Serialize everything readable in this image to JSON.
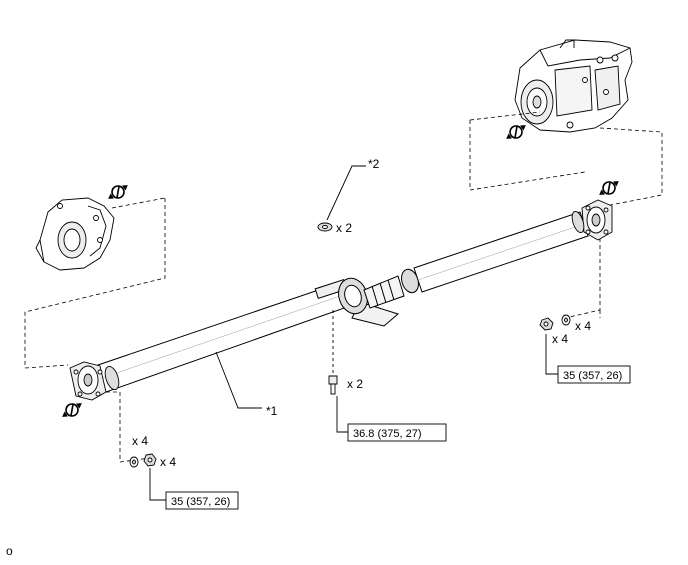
{
  "callouts": {
    "shaft": "*1",
    "washer": "*2"
  },
  "quantities": {
    "washer": "x 2",
    "bolt": "x 2",
    "rear_nut": "x 4",
    "rear_washer": "x 4",
    "front_nut": "x 4",
    "front_washer": "x 4"
  },
  "torque_specs": {
    "center_bearing": "36.8 (375, 27)",
    "rear_flange": "35 (357, 26)",
    "front_flange": "35 (357, 26)"
  },
  "figure_code": "o",
  "colors": {
    "line": "#000000",
    "fill": "#ffffff",
    "shade": "#dddddd"
  },
  "icons": [
    "alignment-mark-icon",
    "alignment-mark-icon",
    "alignment-mark-icon",
    "alignment-mark-icon"
  ]
}
